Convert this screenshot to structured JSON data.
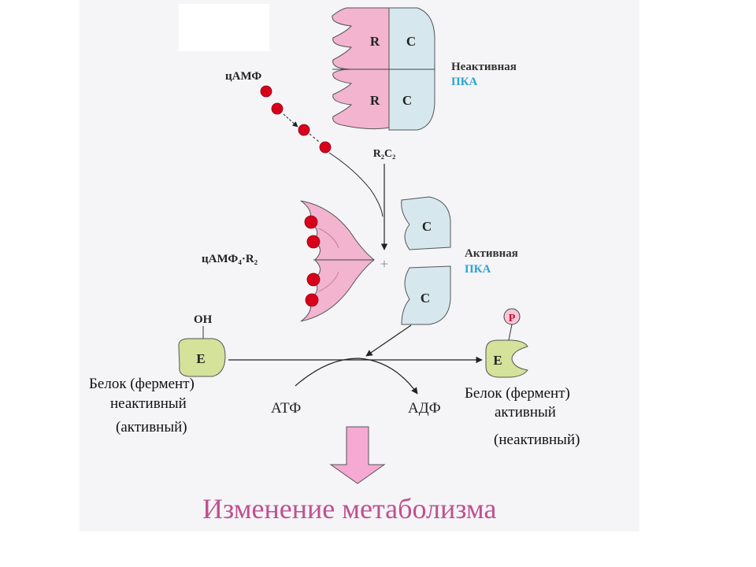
{
  "diagram": {
    "labels": {
      "camp": "цАМФ",
      "r2c2": "R₂C₂",
      "camp4r2": "цАМФ₄·R₂",
      "inactive_pka_line1": "Неактивная",
      "inactive_pka_line2": "ПКА",
      "active_pka_line1": "Активная",
      "active_pka_line2": "ПКА",
      "subunit_r": "R",
      "subunit_c": "C",
      "plus": "+",
      "oh": "OH",
      "phosphate": "P",
      "enzyme": "E",
      "atp": "АТФ",
      "adp": "АДФ"
    },
    "left_caption": [
      "Белок (фермент)",
      "неактивный",
      "(активный)"
    ],
    "right_caption": [
      "Белок (фермент)",
      "активный",
      "(неактивный)"
    ],
    "result": "Изменение метаболизма"
  },
  "colors": {
    "regulatory_pink": "#f2b4cf",
    "catalytic_blue": "#d6e8ee",
    "camp_red": "#d8001a",
    "enzyme_green": "#d4e29a",
    "pka_label_blue": "#2aa3d3",
    "result_text": "#c0508f",
    "down_arrow_pink": "#f6a9d2"
  }
}
